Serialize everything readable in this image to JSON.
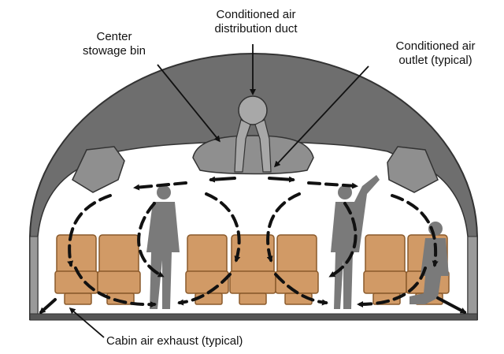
{
  "labels": {
    "duct": [
      "Conditioned air",
      "distribution duct"
    ],
    "bin": [
      "Center",
      "stowage bin"
    ],
    "outlet": [
      "Conditioned air",
      "outlet (typical)"
    ],
    "exhaust": "Cabin air exhaust (typical)"
  },
  "colors": {
    "fuselage": "#6e6e6e",
    "fuselage_outline": "#333333",
    "bins": "#8f8f8f",
    "cabin": "#ffffff",
    "seat_fill": "#d19a66",
    "seat_stroke": "#8a5a2b",
    "person": "#7a7a7a",
    "airflow_arrow": "#111111"
  },
  "icons": [
    "airflow-arrow-icon",
    "seat-icon",
    "person-icon"
  ]
}
